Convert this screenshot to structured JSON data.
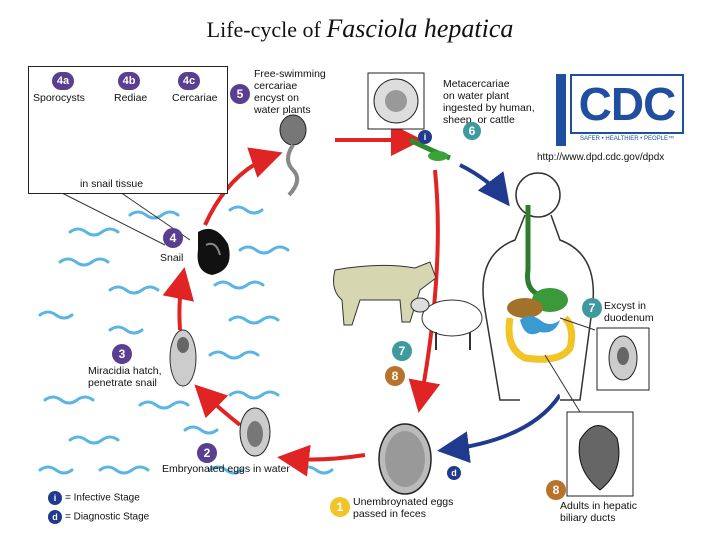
{
  "title": {
    "prefix": "Life-cycle of",
    "species": "Fasciola hepatica"
  },
  "stages": {
    "s4a": {
      "num": "4a",
      "label": "Sporocysts"
    },
    "s4b": {
      "num": "4b",
      "label": "Rediae"
    },
    "s4c": {
      "num": "4c",
      "label": "Cercariae"
    },
    "snail_tissue": "in snail tissue",
    "s5": {
      "num": "5",
      "line1": "Free-swimming",
      "line2": "cercariae",
      "line3": "encyst on",
      "line4": "water plants"
    },
    "s6": {
      "num": "6",
      "line1": "Metacercariae",
      "line2": "on water plant",
      "line3": "ingested by human,",
      "line4": "sheep, or cattle"
    },
    "s4": {
      "num": "4",
      "label": "Snail"
    },
    "s3": {
      "num": "3",
      "line1": "Miracidia hatch,",
      "line2": "penetrate snail"
    },
    "s2": {
      "num": "2",
      "label": "Embryonated eggs in water"
    },
    "s1": {
      "num": "1",
      "line1": "Unembroynated eggs",
      "line2": "passed in feces"
    },
    "s7a": {
      "num": "7",
      "line1": "Excyst in",
      "line2": "duodenum"
    },
    "s7b": {
      "num": "7"
    },
    "s8a": {
      "num": "8"
    },
    "s8b": {
      "num": "8",
      "line1": "Adults in hepatic",
      "line2": "biliary ducts"
    }
  },
  "stage_markers": {
    "infective": "i",
    "diagnostic": "d"
  },
  "legend": {
    "infective": "= Infective Stage",
    "diagnostic": "= Diagnostic Stage"
  },
  "cdc": {
    "logo": "CDC",
    "tagline": "SAFER • HEALTHIER • PEOPLE™",
    "url": "http://www.dpd.cdc.gov/dpdx"
  },
  "colors": {
    "red_arrow": "#e02424",
    "blue_arrow": "#1f3a8f",
    "water": "#5ab4e6",
    "purple": "#5a3e8f",
    "teal": "#3f9aa0",
    "brown": "#b7732c",
    "yellow": "#f2c428"
  }
}
